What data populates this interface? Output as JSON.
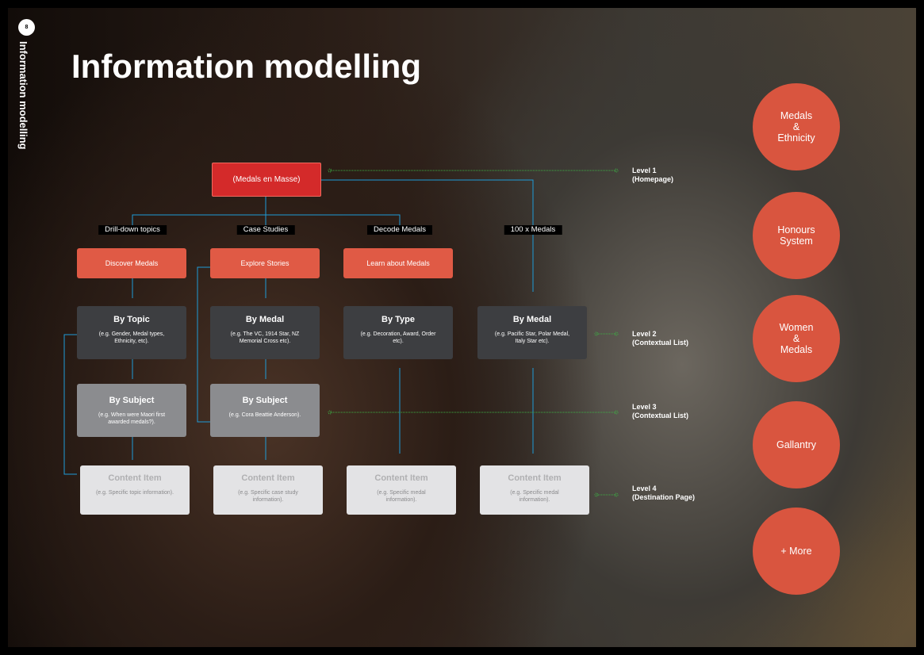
{
  "page": {
    "number": "8",
    "section": "Information modelling",
    "title": "Information modelling"
  },
  "root": "(Medals en Masse)",
  "categories": [
    {
      "tag": "Drill-down topics",
      "entry": "Discover Medals"
    },
    {
      "tag": "Case Studies",
      "entry": "Explore Stories"
    },
    {
      "tag": "Decode Medals",
      "entry": "Learn about Medals"
    },
    {
      "tag": "100 x Medals"
    }
  ],
  "level2": [
    {
      "title": "By Topic",
      "desc": "(e.g. Gender, Medal types, Ethnicity, etc)."
    },
    {
      "title": "By Medal",
      "desc": "(e.g. The VC, 1914 Star, NZ Memorial Cross etc)."
    },
    {
      "title": "By Type",
      "desc": "(e.g. Decoration, Award, Order etc)."
    },
    {
      "title": "By Medal",
      "desc": "(e.g. Pacific Star, Polar Medal, Italy Star etc)."
    }
  ],
  "level3": [
    {
      "title": "By Subject",
      "desc": "(e.g. When were Maori first awarded medals?)."
    },
    {
      "title": "By Subject",
      "desc": "(e.g. Cora Beattie Anderson)."
    }
  ],
  "level4": [
    {
      "title": "Content Item",
      "desc": "(e.g. Specific topic information)."
    },
    {
      "title": "Content Item",
      "desc": "(e.g. Specific case study information)."
    },
    {
      "title": "Content Item",
      "desc": "(e.g. Specific medal information)."
    },
    {
      "title": "Content Item",
      "desc": "(e.g. Specific medal information)."
    }
  ],
  "levels": [
    {
      "name": "Level 1",
      "desc": "(Homepage)"
    },
    {
      "name": "Level 2",
      "desc": "(Contextual List)"
    },
    {
      "name": "Level 3",
      "desc": "(Contextual List)"
    },
    {
      "name": "Level 4",
      "desc": "(Destination Page)"
    }
  ],
  "circles": [
    "Medals\n&\nEthnicity",
    "Honours\nSystem",
    "Women\n&\nMedals",
    "Gallantry",
    "+ More"
  ],
  "colors": {
    "accent": "#d9553f",
    "root": "#d42a2a",
    "connector": "#1e9bd7",
    "level_line": "#3cb043"
  }
}
